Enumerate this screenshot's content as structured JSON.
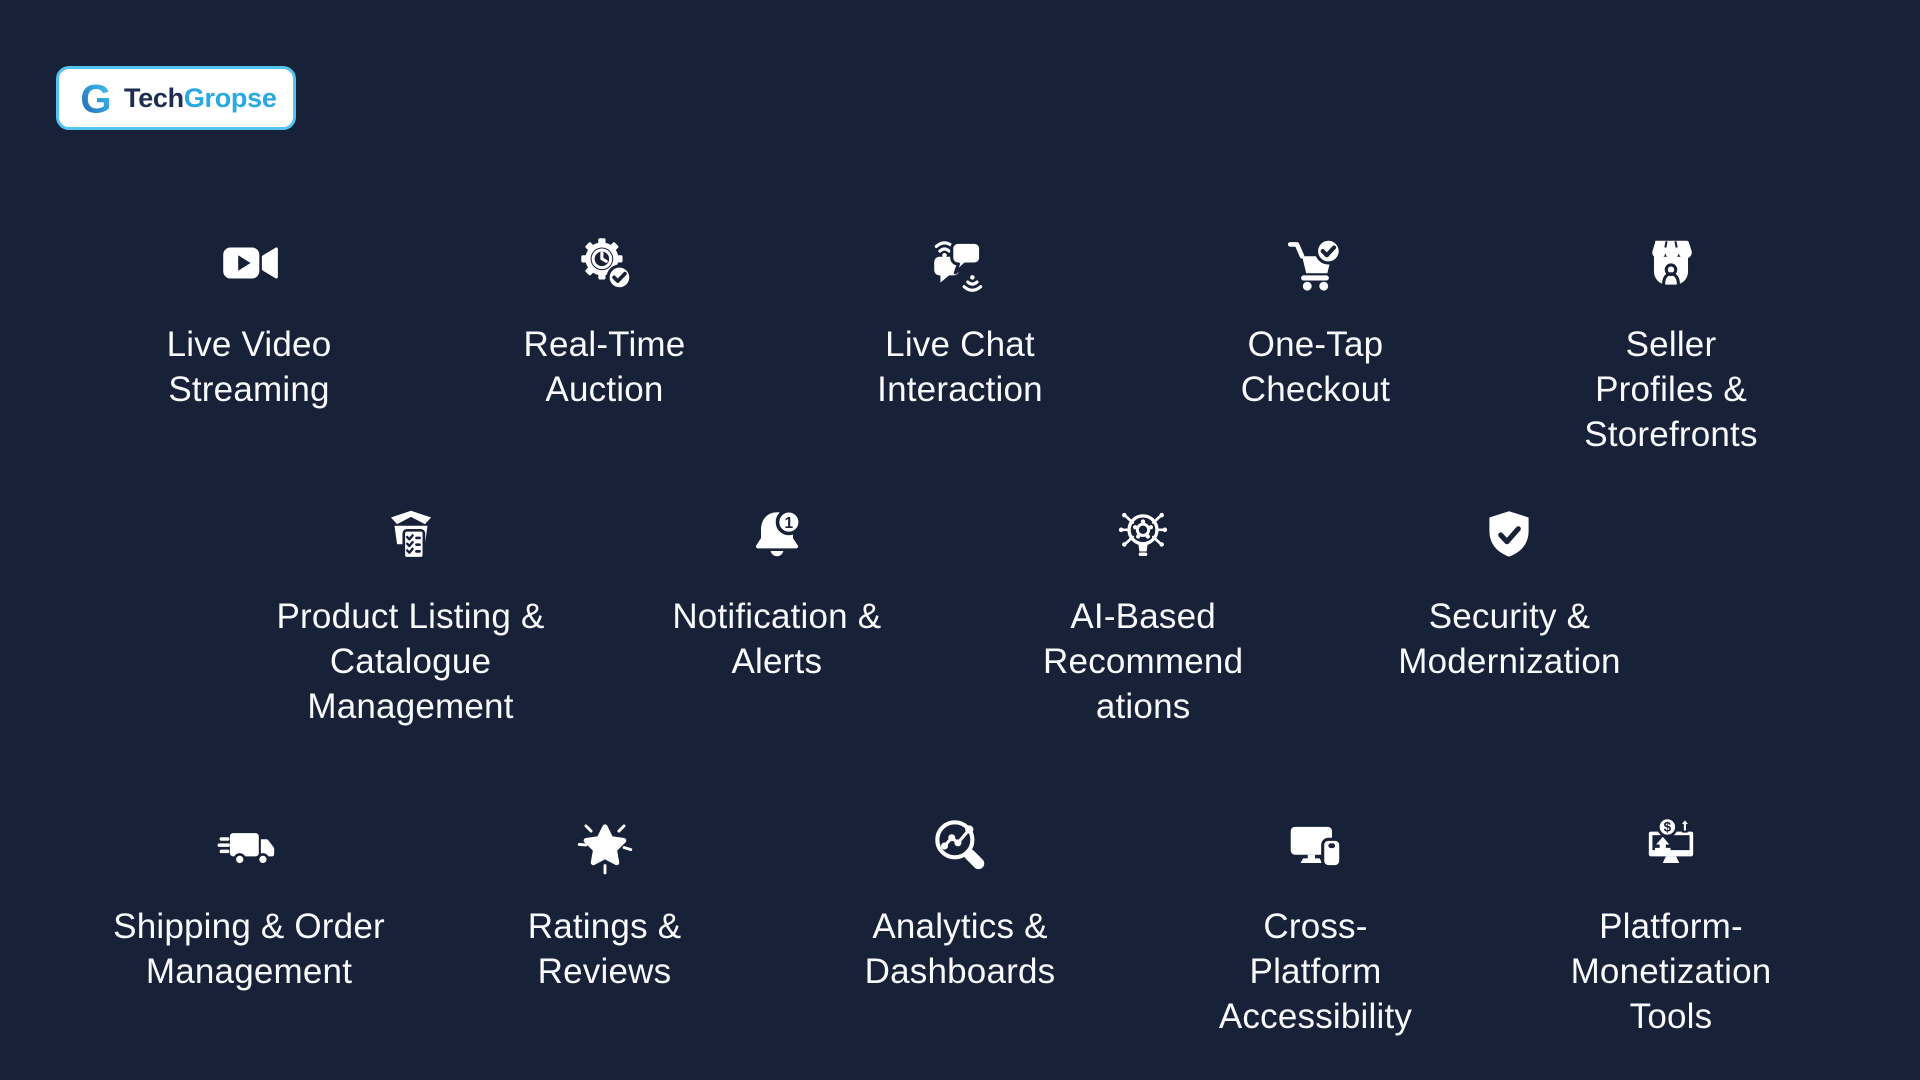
{
  "page": {
    "background_color": "#172138",
    "text_color": "#F8FAFC"
  },
  "logo": {
    "mark_letter": "G",
    "text_primary": "Tech",
    "text_secondary": "Gropse",
    "text_primary_color": "#1D2E50",
    "text_secondary_color": "#29A9E2",
    "border_color": "#55C3F1",
    "background_color": "#FFFFFF"
  },
  "icons_text": {
    "bell_badge_count": "1",
    "coin_currency_symbol": "$"
  },
  "features": {
    "rows": [
      {
        "items": [
          {
            "icon": "video-camera-icon",
            "label": "Live Video\nStreaming"
          },
          {
            "icon": "gear-clock-icon",
            "label": "Real-Time\nAuction"
          },
          {
            "icon": "chat-bubbles-wifi-icon",
            "label": "Live Chat\nInteraction"
          },
          {
            "icon": "cart-check-icon",
            "label": "One-Tap\nCheckout"
          },
          {
            "icon": "storefront-icon",
            "label": "Seller\nProfiles &\nStorefronts"
          }
        ]
      },
      {
        "items": [
          {
            "icon": "box-checklist-icon",
            "label": "Product Listing &\nCatalogue\nManagement"
          },
          {
            "icon": "bell-badge-icon",
            "label": "Notification &\nAlerts"
          },
          {
            "icon": "ai-bulb-gear-icon",
            "label": "AI-Based\nRecommend\nations"
          },
          {
            "icon": "shield-check-icon",
            "label": "Security &\nModernization"
          }
        ]
      },
      {
        "items": [
          {
            "icon": "delivery-truck-icon",
            "label": "Shipping & Order\nManagement"
          },
          {
            "icon": "star-sparkle-icon",
            "label": "Ratings &\nReviews"
          },
          {
            "icon": "analytics-magnifier-icon",
            "label": "Analytics &\nDashboards"
          },
          {
            "icon": "cross-platform-icon",
            "label": "Cross-\nPlatform\nAccessibility"
          },
          {
            "icon": "monetization-monitor-icon",
            "label": "Platform-\nMonetization\nTools"
          }
        ]
      }
    ]
  }
}
